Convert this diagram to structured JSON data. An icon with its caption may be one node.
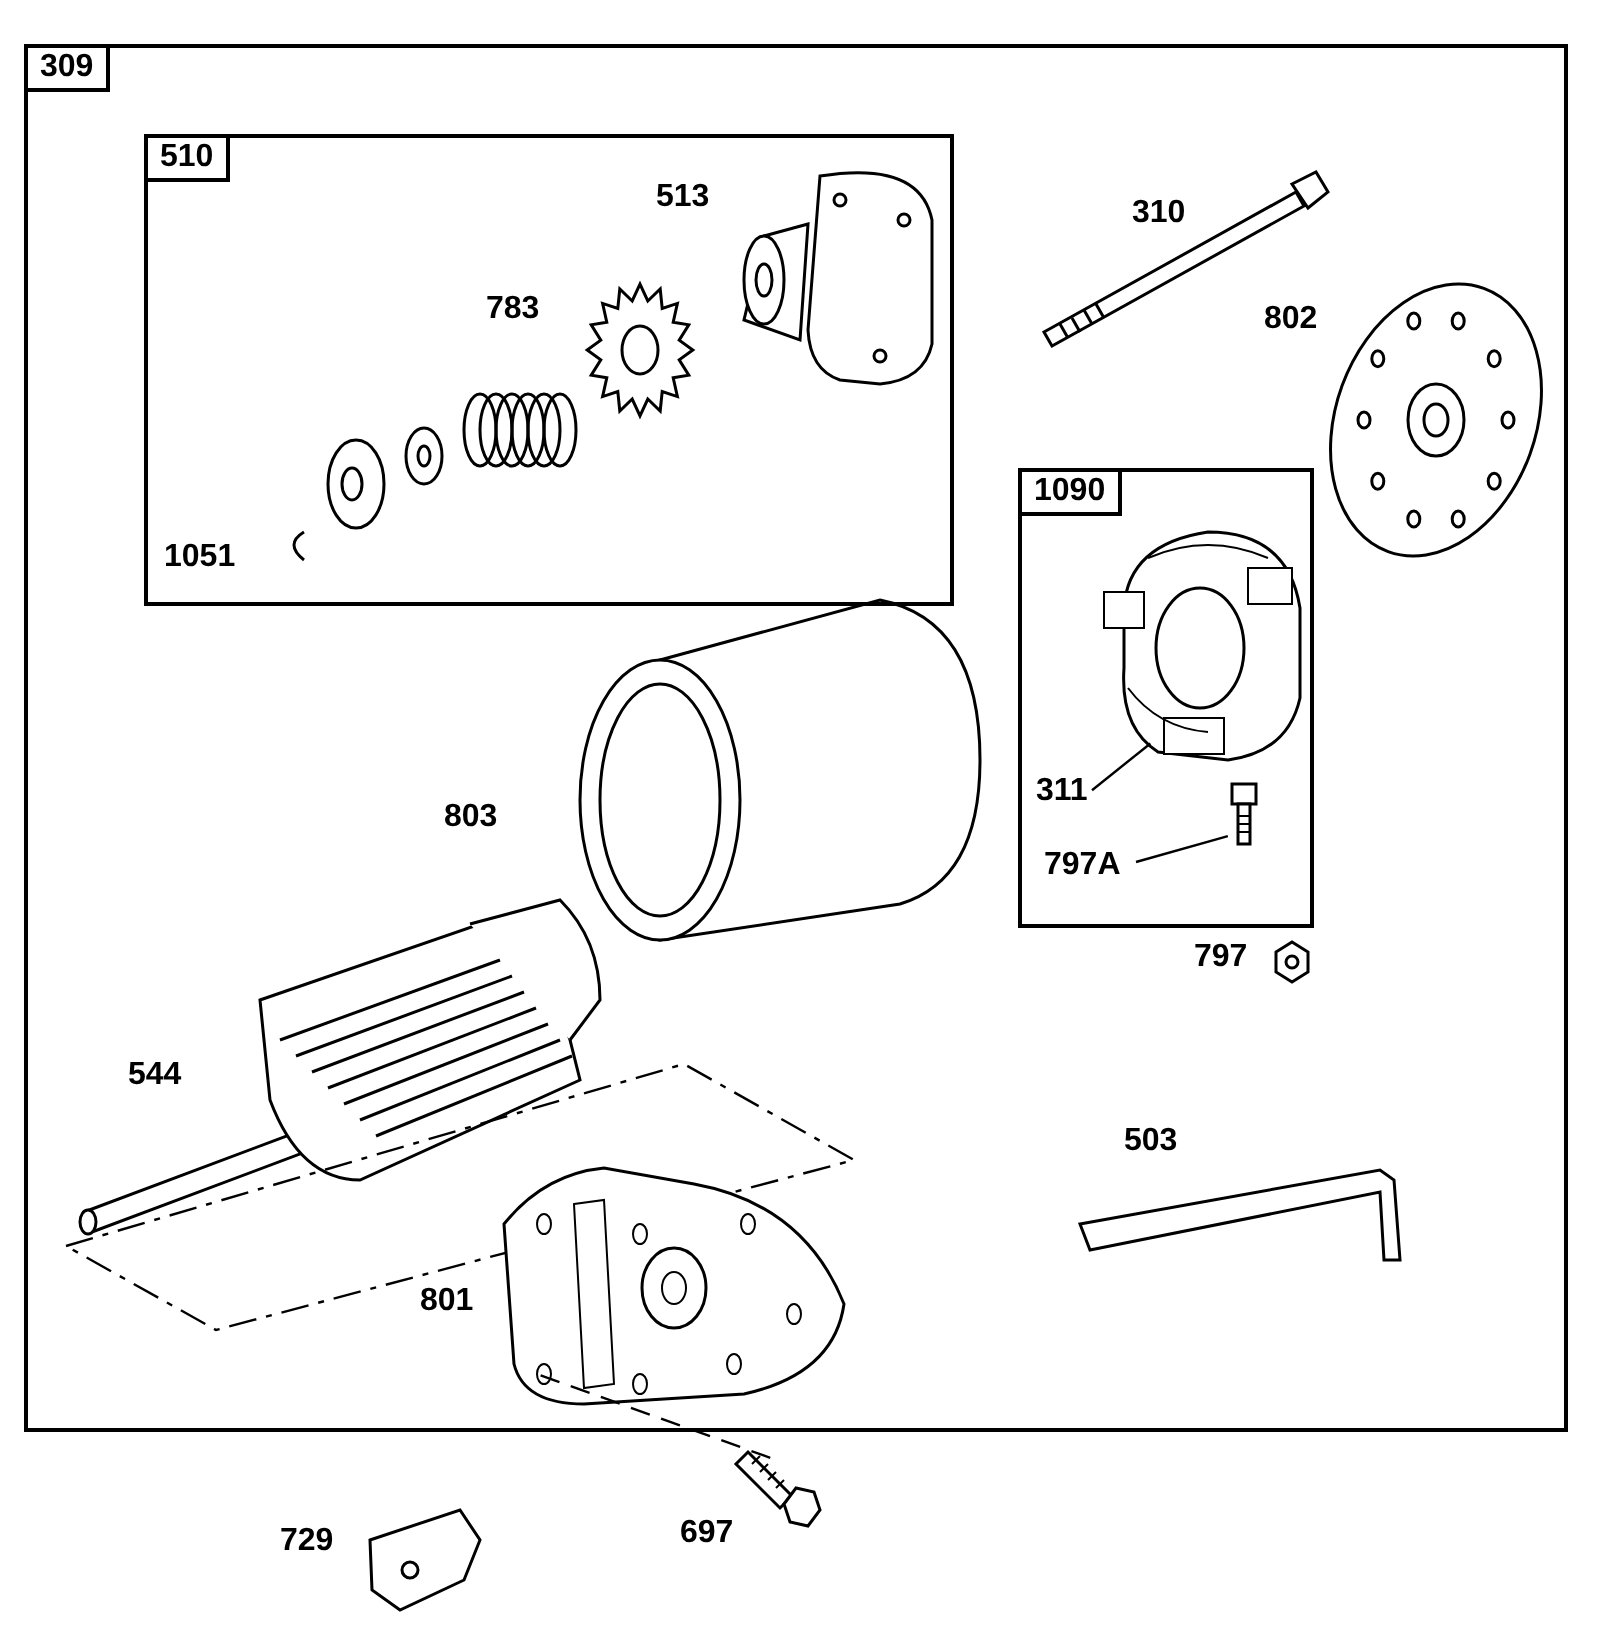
{
  "diagram": {
    "nodes": [
      {
        "text": [
          "309"
        ]
      },
      {
        "text": [
          "510"
        ],
        "in": 0
      },
      {
        "text": [
          "1090"
        ],
        "in": 0
      },
      {
        "text": [
          "311"
        ],
        "in": 2
      },
      {
        "text": [],
        "shape": "picture",
        "in": 2
      },
      {
        "text": [
          "797A"
        ],
        "in": 2
      },
      {
        "text": [],
        "shape": "picture",
        "in": 2
      },
      {
        "text": [],
        "shape": "picture",
        "in": 0
      },
      {
        "text": [],
        "shape": "picture"
      }
    ],
    "edges": [
      {
        "from": 3,
        "to": 4,
        "arrow": "none"
      },
      {
        "from": 5,
        "to": 6,
        "arrow": "none"
      },
      {
        "from": 8,
        "to": 7,
        "arrow": "none",
        "style": "dashed"
      }
    ],
    "labels": [
      "513",
      "783",
      "310",
      "802",
      "1051",
      "803",
      "797",
      "544",
      "503",
      "801",
      "729",
      "697"
    ]
  }
}
